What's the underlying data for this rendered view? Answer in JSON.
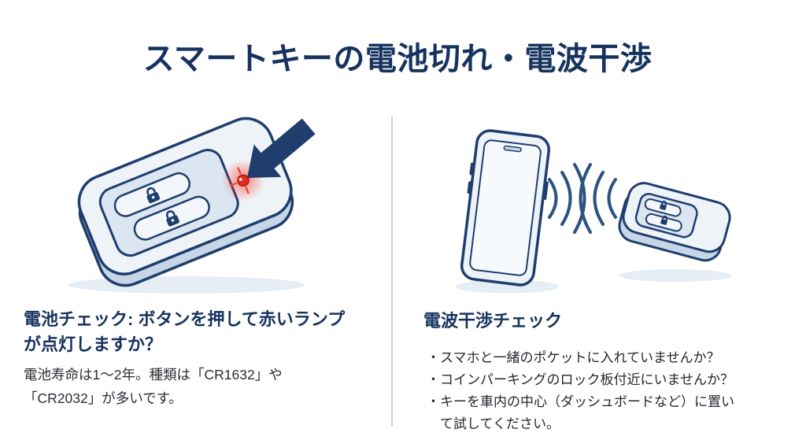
{
  "title": "スマートキーの電池切れ・電波干渉",
  "battery_section": {
    "heading": "電池チェック: ボタンを押して赤いランプ\nが点灯しますか？",
    "body": "電池寿命は1〜2年。種類は「CR1632」や\n「CR2032」が多いです。"
  },
  "interference_section": {
    "heading": "電波干渉チェック",
    "checklist": [
      "・スマホと一緒のポケットに入れていませんか？",
      "・コインパーキングのロック板付近にいませんか？",
      "・キーを車内の中心（ダッシュボードなど）に置い\nて試してください。"
    ]
  },
  "colors": {
    "navy_text": "#16325f",
    "outline_navy": "#1f3e6e",
    "led_red": "#e2291d",
    "wave_blue": "#2c527f",
    "fill_light": "#eef3f8",
    "fill_side": "#c7d6e6",
    "shadow": "#e6edf4"
  }
}
